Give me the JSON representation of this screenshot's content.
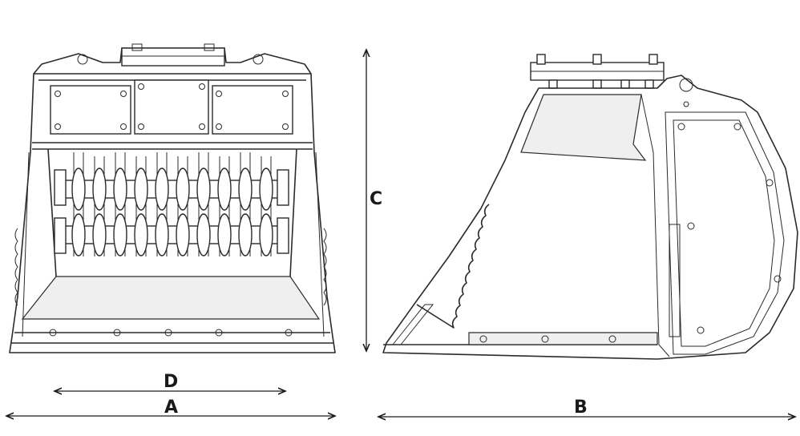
{
  "labels": {
    "a": "A",
    "b": "B",
    "c": "C",
    "d": "D"
  },
  "colors": {
    "line": "#2b2b2b",
    "background": "#ffffff",
    "shade": "#efefef"
  }
}
